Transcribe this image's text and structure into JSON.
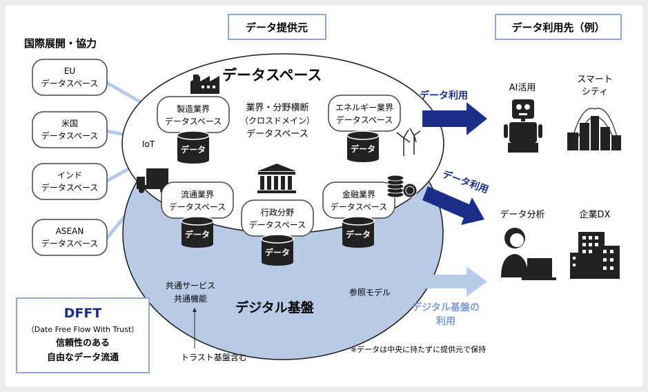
{
  "header": {
    "provider_label": "データ提供元",
    "user_label": "データ利用先（例）",
    "intl_title": "国際展開・協力"
  },
  "intl_spaces": [
    {
      "line1": "EU",
      "line2": "データスペース"
    },
    {
      "line1": "米国",
      "line2": "データスペース"
    },
    {
      "line1": "インド",
      "line2": "データスペース"
    },
    {
      "line1": "ASEAN",
      "line2": "データスペース"
    }
  ],
  "dataspace": {
    "title": "データスペース",
    "cross_domain": {
      "line1": "業界・分野横断",
      "line2": "（クロスドメイン）",
      "line3": "データスペース"
    },
    "iot_label": "IoT",
    "data_label": "データ",
    "manufacturing": {
      "line1": "製造業界",
      "line2": "データスペース"
    },
    "energy": {
      "line1": "エネルギー業界",
      "line2": "データスペース"
    },
    "logistics": {
      "line1": "流通業界",
      "line2": "データスペース"
    },
    "government": {
      "line1": "行政分野",
      "line2": "データスペース"
    },
    "finance": {
      "line1": "金融業界",
      "line2": "データスペース"
    }
  },
  "platform": {
    "title": "デジタル基盤",
    "common_services": "共通サービス",
    "common_functions": "共通機能",
    "reference_model": "参照モデル",
    "trust_base": "トラスト基盤含む"
  },
  "arrows": {
    "data_use_1": "データ利用",
    "data_use_2": "データ利用",
    "platform_use_line1": "デジタル基盤の",
    "platform_use_line2": "利用"
  },
  "users": {
    "ai": "AI活用",
    "smart_city_line1": "スマート",
    "smart_city_line2": "シティ",
    "analysis": "データ分析",
    "enterprise_dx": "企業DX"
  },
  "dfft": {
    "title": "DFFT",
    "subtitle": "（Date Free Flow With Trust）",
    "line1": "信頼性のある",
    "line2": "自由なデータ流通"
  },
  "footnote": "※データは中央に持たずに提供元で保持",
  "colors": {
    "navy": "#1b2f8a",
    "platform_fill": "#b8cae6",
    "light_arrow": "#b7cbe8",
    "box_border": "#8fa8d4"
  }
}
